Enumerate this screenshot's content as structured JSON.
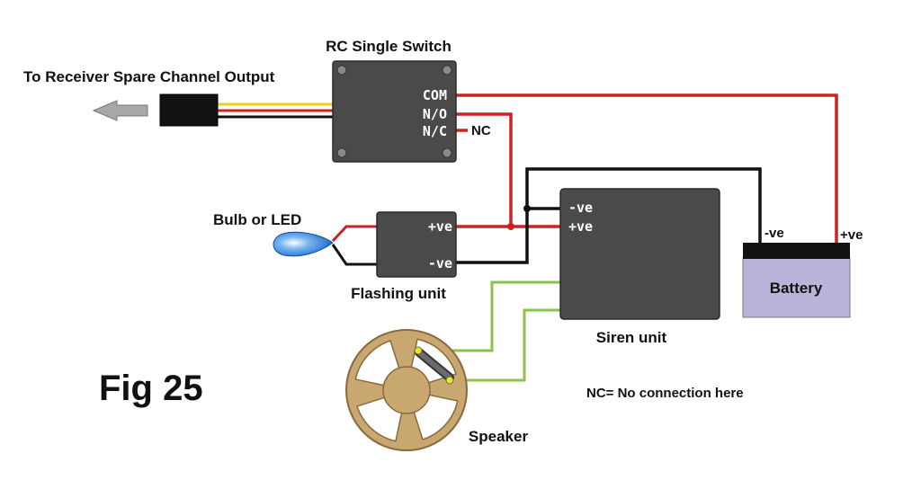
{
  "figure_label": "Fig 25",
  "note": "NC= No connection here",
  "switch": {
    "title": "RC Single Switch",
    "com": "COM",
    "no": "N/O",
    "nc": "N/C",
    "nc_tag": "NC"
  },
  "receiver": {
    "label": "To Receiver Spare Channel Output"
  },
  "bulb": {
    "label": "Bulb or LED"
  },
  "flasher": {
    "label": "Flashing unit",
    "pos": "+ve",
    "neg": "-ve"
  },
  "siren": {
    "label": "Siren unit",
    "neg": "-ve",
    "pos": "+ve"
  },
  "battery": {
    "label": "Battery",
    "neg": "-ve",
    "pos": "+ve"
  },
  "speaker": {
    "label": "Speaker"
  },
  "colors": {
    "red_wire": "#cc2222",
    "black_wire": "#111111",
    "green_wire": "#8bc34a",
    "yellow_wire": "#e8d21a",
    "module_gray": "#4a4a4a",
    "battery_body": "#b9b4d9",
    "speaker_frame": "#c8a870"
  }
}
